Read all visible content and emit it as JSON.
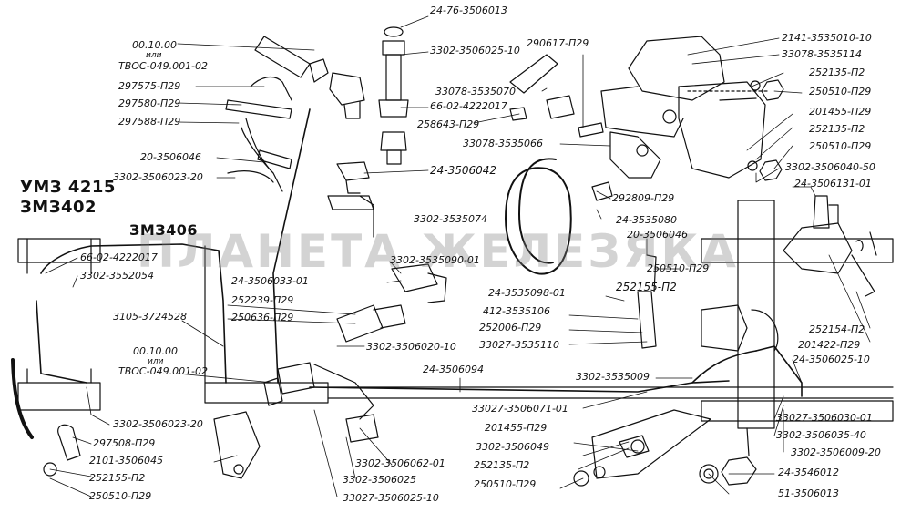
{
  "watermark": "ПЛАНЕТА ЖЕЛЕЗЯКА",
  "engine_labels": {
    "umz": "УМЗ 4215",
    "zmz402": "ЗМЗ402",
    "zmz406": "ЗМЗ406"
  },
  "parts": {
    "p1": "24-76-3506013",
    "p2": "3302-3506025-10",
    "p3": "00.10.00",
    "p3_or": "или",
    "p4": "ТВОС-049.001-02",
    "p5": "297575-П29",
    "p6": "297580-П29",
    "p7": "297588-П29",
    "p8": "66-02-4222017",
    "p9": "258643-П29",
    "p10": "33078-3535070",
    "p11": "290617-П29",
    "p12": "2141-3535010-10",
    "p13": "33078-3535114",
    "p14": "252135-П2",
    "p15": "250510-П29",
    "p16": "201455-П29",
    "p17": "252135-П2",
    "p18": "250510-П29",
    "p19": "33078-3535066",
    "p20": "20-3506046",
    "p21": "3302-3506023-20",
    "p22": "24-3506042",
    "p23": "292809-П29",
    "p24": "3302-3506040-50",
    "p25": "24-3506131-01",
    "p26": "3302-3535074",
    "p27": "24-3535080",
    "p28": "66-02-4222017",
    "p29": "3302-3552054",
    "p30": "20-3506046",
    "p31": "3302-3535090-01",
    "p32": "24-3506033-01",
    "p33": "252239-П29",
    "p34": "250636-П29",
    "p35": "3105-3724528",
    "p36": "250510-П29",
    "p37": "24-3535098-01",
    "p38": "252155-П2",
    "p39": "412-3535106",
    "p40": "252006-П29",
    "p41": "33027-3535110",
    "p42": "3302-3506020-10",
    "p43": "252154-П2",
    "p44": "201422-П29",
    "p45": "00.10.00",
    "p45_or": "или",
    "p46": "ТВОС-049.001-02",
    "p47": "24-3506094",
    "p48": "3302-3535009",
    "p49": "24-3506025-10",
    "p50": "33027-3506071-01",
    "p51": "3302-3506023-20",
    "p52": "297508-П29",
    "p53": "2101-3506045",
    "p54": "252155-П2",
    "p55": "250510-П29",
    "p56": "201455-П29",
    "p57": "3302-3506049",
    "p58": "252135-П2",
    "p59": "250510-П29",
    "p60": "3302-3506062-01",
    "p61": "3302-3506025",
    "p62": "33027-3506025-10",
    "p63": "33027-3506030-01",
    "p64": "3302-3506035-40",
    "p65": "3302-3506009-20",
    "p66": "24-3546012",
    "p67": "51-3506013"
  }
}
